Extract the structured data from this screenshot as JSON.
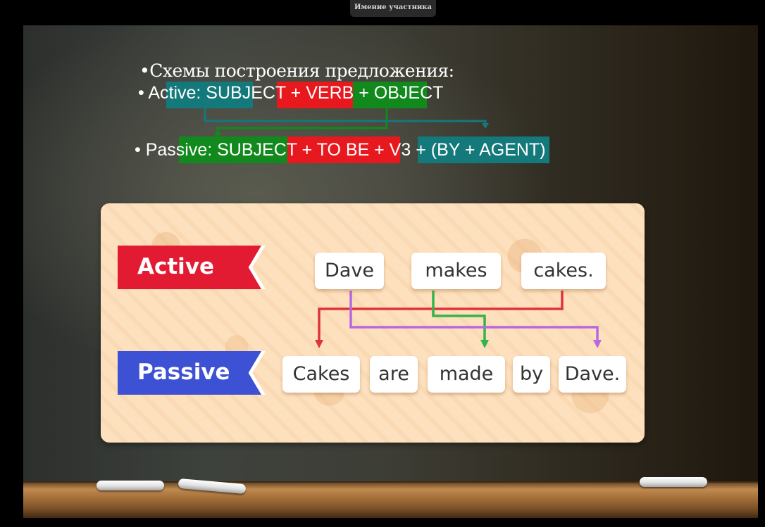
{
  "window": {
    "top_tab_label": "Имение участника"
  },
  "slide": {
    "title_line": "•Схемы построения предложения:",
    "active_formula": "• Active: SUBJECT + VERB + OBJECT",
    "passive_formula": "• Passive: SUBJECT + TO BE + V3 + (BY + AGENT)",
    "highlight_colors": {
      "teal": "#14797a",
      "red": "#e8191e",
      "green": "#12891d"
    }
  },
  "diagram": {
    "active_label": "Active",
    "passive_label": "Passive",
    "active_color": "#e31b32",
    "passive_color": "#3d51d4",
    "active_words": [
      "Dave",
      "makes",
      "cakes."
    ],
    "passive_words": [
      "Cakes",
      "are",
      "made",
      "by",
      "Dave."
    ],
    "arrow_colors": {
      "object_to_subject": "#e0323a",
      "verb_to_v3": "#33b44a",
      "subject_to_agent": "#b768e0"
    }
  }
}
